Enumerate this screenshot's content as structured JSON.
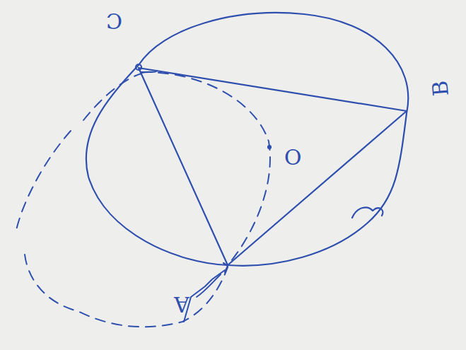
{
  "diagram": {
    "labels": [
      "C",
      "B",
      "O",
      "A"
    ]
  }
}
